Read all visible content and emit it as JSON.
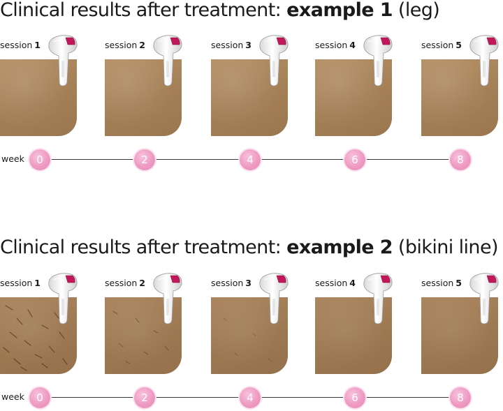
{
  "examples": [
    {
      "title_prefix": "Clinical results after treatment: ",
      "title_bold": "example 1",
      "title_suffix": " (leg)",
      "sessions": [
        {
          "word": "session",
          "num": "1"
        },
        {
          "word": "session",
          "num": "2"
        },
        {
          "word": "session",
          "num": "3"
        },
        {
          "word": "session",
          "num": "4"
        },
        {
          "word": "session",
          "num": "5"
        }
      ],
      "week_label": "week",
      "weeks": [
        "0",
        "2",
        "4",
        "6",
        "8"
      ]
    },
    {
      "title_prefix": "Clinical results after treatment: ",
      "title_bold": "example 2",
      "title_suffix": " (bikini line)",
      "sessions": [
        {
          "word": "session",
          "num": "1"
        },
        {
          "word": "session",
          "num": "2"
        },
        {
          "word": "session",
          "num": "3"
        },
        {
          "word": "session",
          "num": "4"
        },
        {
          "word": "session",
          "num": "5"
        }
      ],
      "week_label": "week",
      "weeks": [
        "0",
        "2",
        "4",
        "6",
        "8"
      ]
    }
  ],
  "colors": {
    "week_marker": "#ee9ac3",
    "skin": "#a47f56",
    "device_accent": "#c2185b"
  },
  "icons": {
    "device": "epilator-device-icon"
  }
}
